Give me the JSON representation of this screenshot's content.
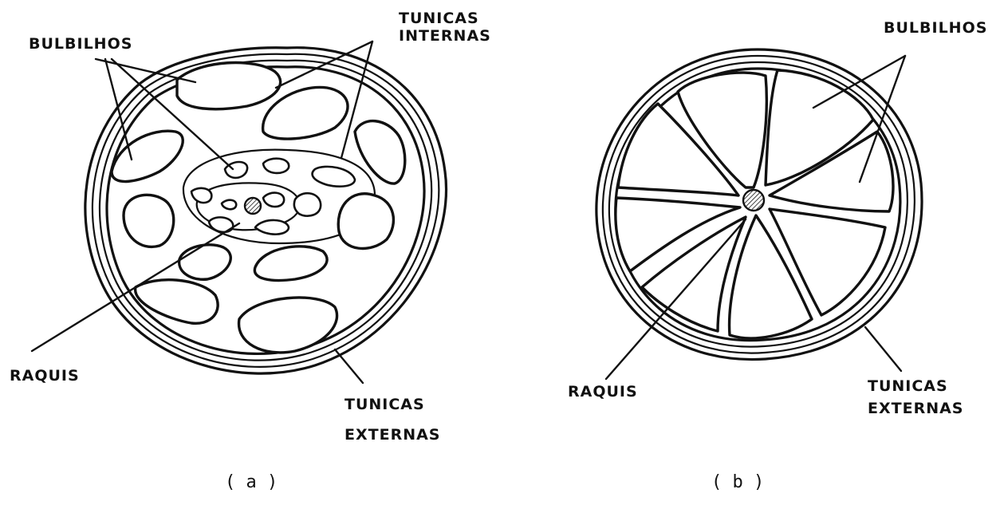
{
  "panel_a": {
    "label_bulbilhos": "BULBILHOS",
    "label_tunicas_internas": "TUNICAS\nINTERNAS",
    "label_raquis": "RAQUIS",
    "label_tunicas_externas": "TUNICAS\nEXTERNAS",
    "caption": "( a )"
  },
  "panel_b": {
    "label_bulbilhos": "BULBILHOS",
    "label_raquis": "RAQUIS",
    "label_tunicas_externas": "TUNICAS\nEXTERNAS",
    "caption": "( b )"
  }
}
